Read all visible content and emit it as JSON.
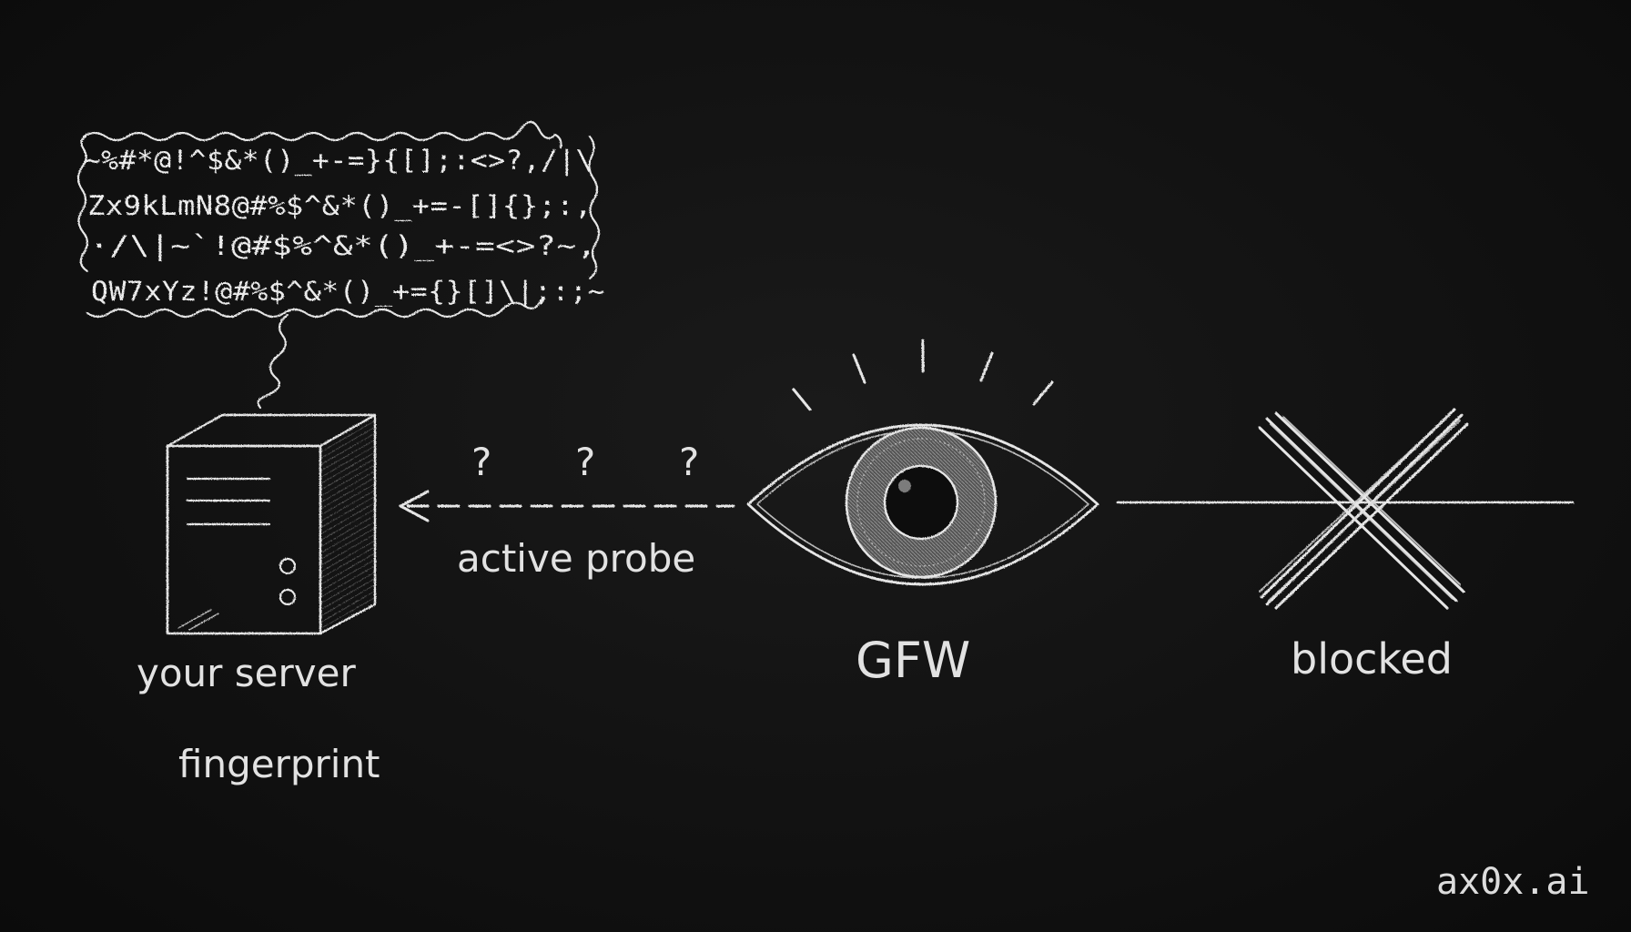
{
  "diagram": {
    "garbled_lines": [
      "~%#*@!^$&*()_+-=}{[];:<>?,/|\\",
      "Zx9kLmN8@#%$^&*()_+=-[]{};:,",
      "·/\\|~`!@#$%^&*()_+-=<>?~,",
      "QW7xYz!@#%$^&*()_+={}[]\\|;:;~"
    ],
    "question_marks": [
      "?",
      "?",
      "?"
    ],
    "labels": {
      "probe": "active probe",
      "server": "your server",
      "fingerprint": "fingerprint",
      "gfw": "GFW",
      "blocked": "blocked",
      "watermark": "ax0x.ai"
    },
    "colors": {
      "background": "#111111",
      "chalk": "#e6e6e6"
    },
    "icons": [
      "speech-bubble-icon",
      "server-icon",
      "eye-icon",
      "cross-icon",
      "arrow-left-icon"
    ]
  }
}
